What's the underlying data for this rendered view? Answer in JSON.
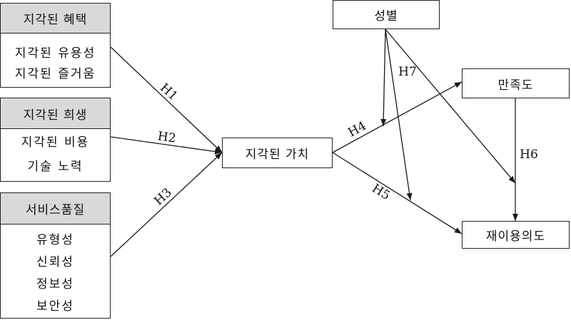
{
  "groups": {
    "benefit": {
      "title": "지각된 혜택",
      "items": [
        "지각된 유용성",
        "지각된 즐거움"
      ]
    },
    "sacrifice": {
      "title": "지각된 희생",
      "items": [
        "지각된 비용",
        "기술 노력"
      ]
    },
    "service": {
      "title": "서비스품질",
      "items": [
        "유형성",
        "신뢰성",
        "정보성",
        "보안성"
      ]
    }
  },
  "nodes": {
    "value": "지각된 가치",
    "gender": "성별",
    "satisfaction": "만족도",
    "reuse": "재이용의도"
  },
  "hypotheses": {
    "h1": "H1",
    "h2": "H2",
    "h3": "H3",
    "h4": "H4",
    "h5": "H5",
    "h6": "H6",
    "h7": "H7"
  }
}
